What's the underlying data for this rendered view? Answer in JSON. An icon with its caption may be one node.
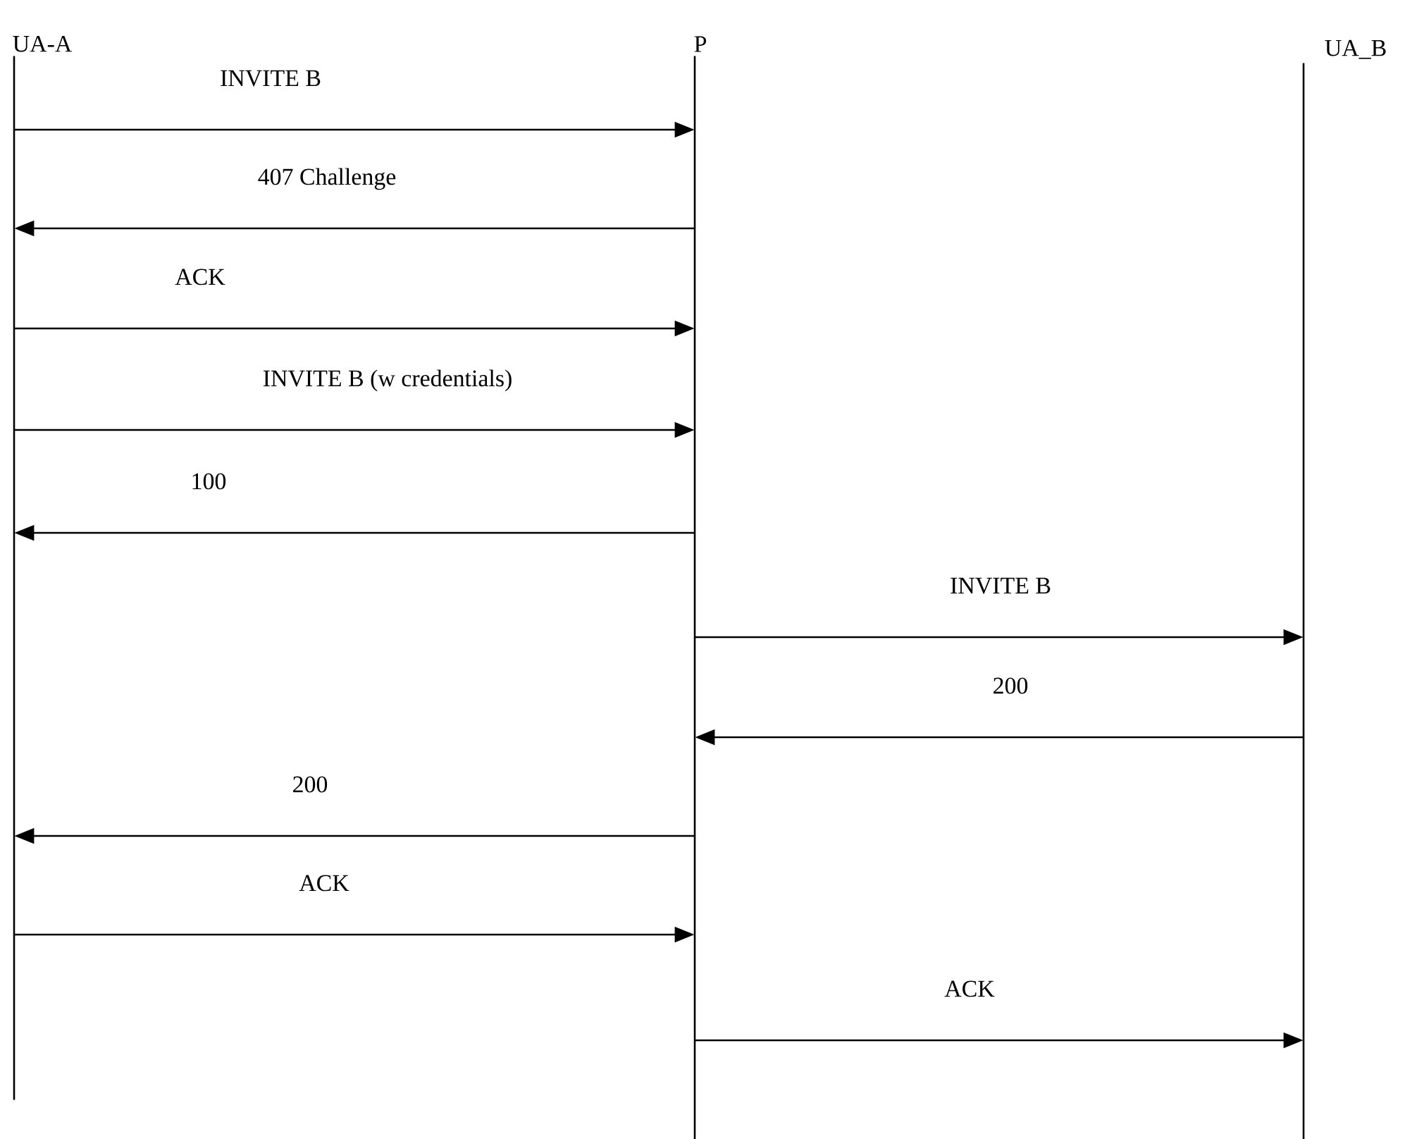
{
  "diagram": {
    "nodes": [
      {
        "text": [
          "UA-A"
        ]
      },
      {
        "text": [
          "P"
        ]
      },
      {
        "text": [
          "UA_B"
        ]
      }
    ],
    "edges": [
      {
        "from": 0,
        "to": 1,
        "arrow": "to",
        "label": "INVITE B"
      },
      {
        "from": 1,
        "to": 0,
        "arrow": "to",
        "label": "407 Challenge"
      },
      {
        "from": 0,
        "to": 1,
        "arrow": "to",
        "label": "ACK"
      },
      {
        "from": 0,
        "to": 1,
        "arrow": "to",
        "label": "INVITE B (w credentials)"
      },
      {
        "from": 1,
        "to": 0,
        "arrow": "to",
        "label": "100"
      },
      {
        "from": 1,
        "to": 2,
        "arrow": "to",
        "label": "INVITE B"
      },
      {
        "from": 2,
        "to": 1,
        "arrow": "to",
        "label": "200"
      },
      {
        "from": 1,
        "to": 0,
        "arrow": "to",
        "label": "200"
      },
      {
        "from": 0,
        "to": 1,
        "arrow": "to",
        "label": "ACK"
      },
      {
        "from": 1,
        "to": 2,
        "arrow": "to",
        "label": "ACK"
      }
    ]
  }
}
